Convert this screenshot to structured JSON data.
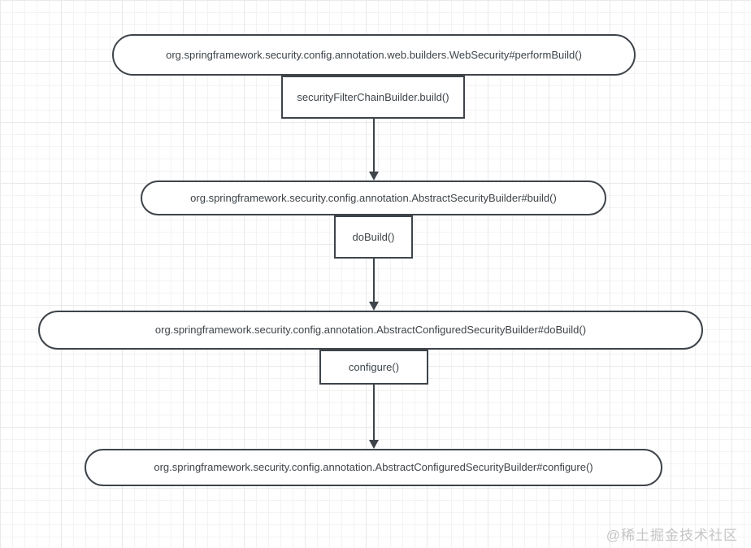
{
  "diagram": {
    "type": "flowchart",
    "nodes": [
      {
        "id": "node-1",
        "shape": "rounded-rect",
        "label": "org.springframework.security.config.annotation.web.builders.WebSecurity#performBuild()"
      },
      {
        "id": "call-1",
        "shape": "rect",
        "label": "securityFilterChainBuilder.build()"
      },
      {
        "id": "node-2",
        "shape": "rounded-rect",
        "label": "org.springframework.security.config.annotation.AbstractSecurityBuilder#build()"
      },
      {
        "id": "call-2",
        "shape": "rect",
        "label": "doBuild()"
      },
      {
        "id": "node-3",
        "shape": "rounded-rect",
        "label": "org.springframework.security.config.annotation.AbstractConfiguredSecurityBuilder#doBuild()"
      },
      {
        "id": "call-3",
        "shape": "rect",
        "label": "configure()"
      },
      {
        "id": "node-4",
        "shape": "rounded-rect",
        "label": "org.springframework.security.config.annotation.AbstractConfiguredSecurityBuilder#configure()"
      }
    ],
    "edges": [
      {
        "from": "call-1",
        "to": "node-2",
        "style": "solid-arrow-down"
      },
      {
        "from": "call-2",
        "to": "node-3",
        "style": "solid-arrow-down"
      },
      {
        "from": "call-3",
        "to": "node-4",
        "style": "solid-arrow-down"
      }
    ],
    "colors": {
      "shape_border": "#3e444a",
      "shape_fill": "#ffffff",
      "text": "#3e4449",
      "arrow": "#3e444a",
      "grid_minor": "#f3f3f3",
      "grid_major": "#e9e9e9",
      "canvas_bg": "#ffffff",
      "watermark": "#c5c5c5"
    }
  },
  "watermark": {
    "text": "@稀土掘金技术社区"
  }
}
